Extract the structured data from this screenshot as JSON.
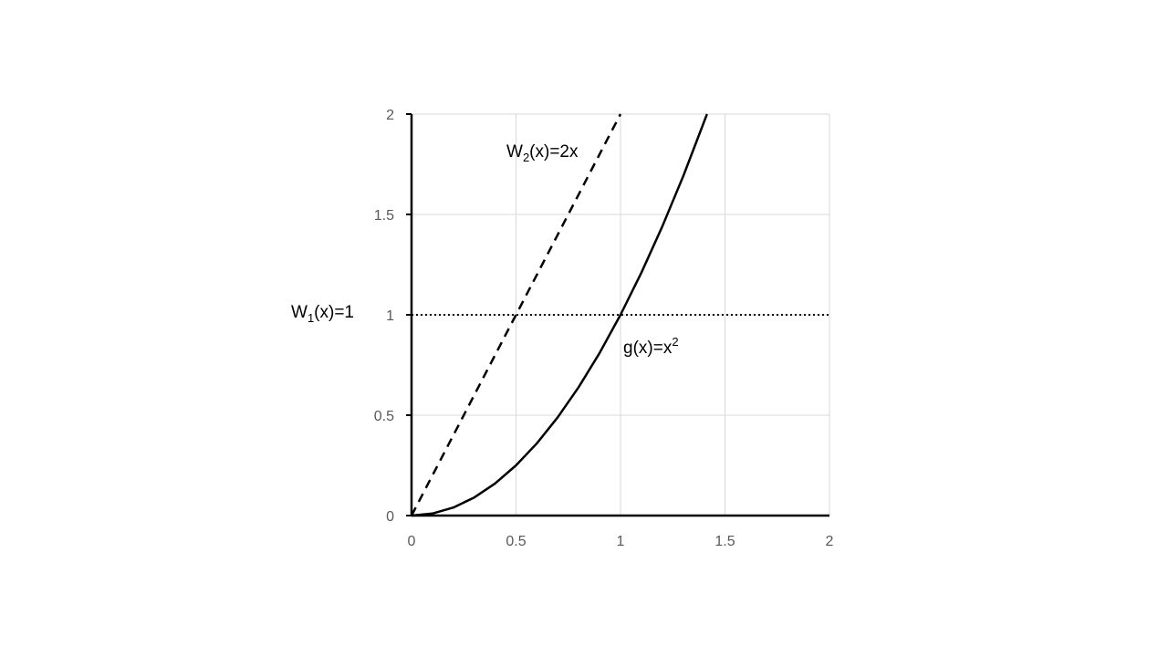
{
  "chart_data": {
    "type": "line",
    "xlim": [
      0,
      2
    ],
    "ylim": [
      0,
      2
    ],
    "x_ticks": [
      0,
      0.5,
      1,
      1.5,
      2
    ],
    "y_ticks": [
      0,
      0.5,
      1,
      1.5,
      2
    ],
    "x_tick_labels": [
      "0",
      "0.5",
      "1",
      "1.5",
      "2"
    ],
    "y_tick_labels": [
      "0",
      "0.5",
      "1",
      "1.5",
      "2"
    ],
    "grid": true,
    "legend": "none",
    "series": [
      {
        "name": "W1(x)=1",
        "style": "dotted",
        "x": [
          0,
          2
        ],
        "y": [
          1,
          1
        ]
      },
      {
        "name": "W2(x)=2x",
        "style": "dashed",
        "x": [
          0,
          1
        ],
        "y": [
          0,
          2
        ]
      },
      {
        "name": "g(x)=x2",
        "style": "solid",
        "x": [
          0,
          0.1,
          0.2,
          0.3,
          0.4,
          0.5,
          0.6,
          0.7,
          0.8,
          0.9,
          1.0,
          1.1,
          1.2,
          1.3,
          1.414
        ],
        "y": [
          0,
          0.01,
          0.04,
          0.09,
          0.16,
          0.25,
          0.36,
          0.49,
          0.64,
          0.81,
          1.0,
          1.21,
          1.44,
          1.69,
          2.0
        ]
      }
    ],
    "annotations": {
      "w1": {
        "main": "W",
        "sub": "1",
        "rest": "(x)=1"
      },
      "w2": {
        "main": "W",
        "sub": "2",
        "rest": "(x)=2x"
      },
      "g": {
        "main": "g(x)=x",
        "sup": "2"
      }
    }
  },
  "colors": {
    "line": "#000000",
    "grid": "#d9d9d9",
    "tick_text": "#595959"
  }
}
